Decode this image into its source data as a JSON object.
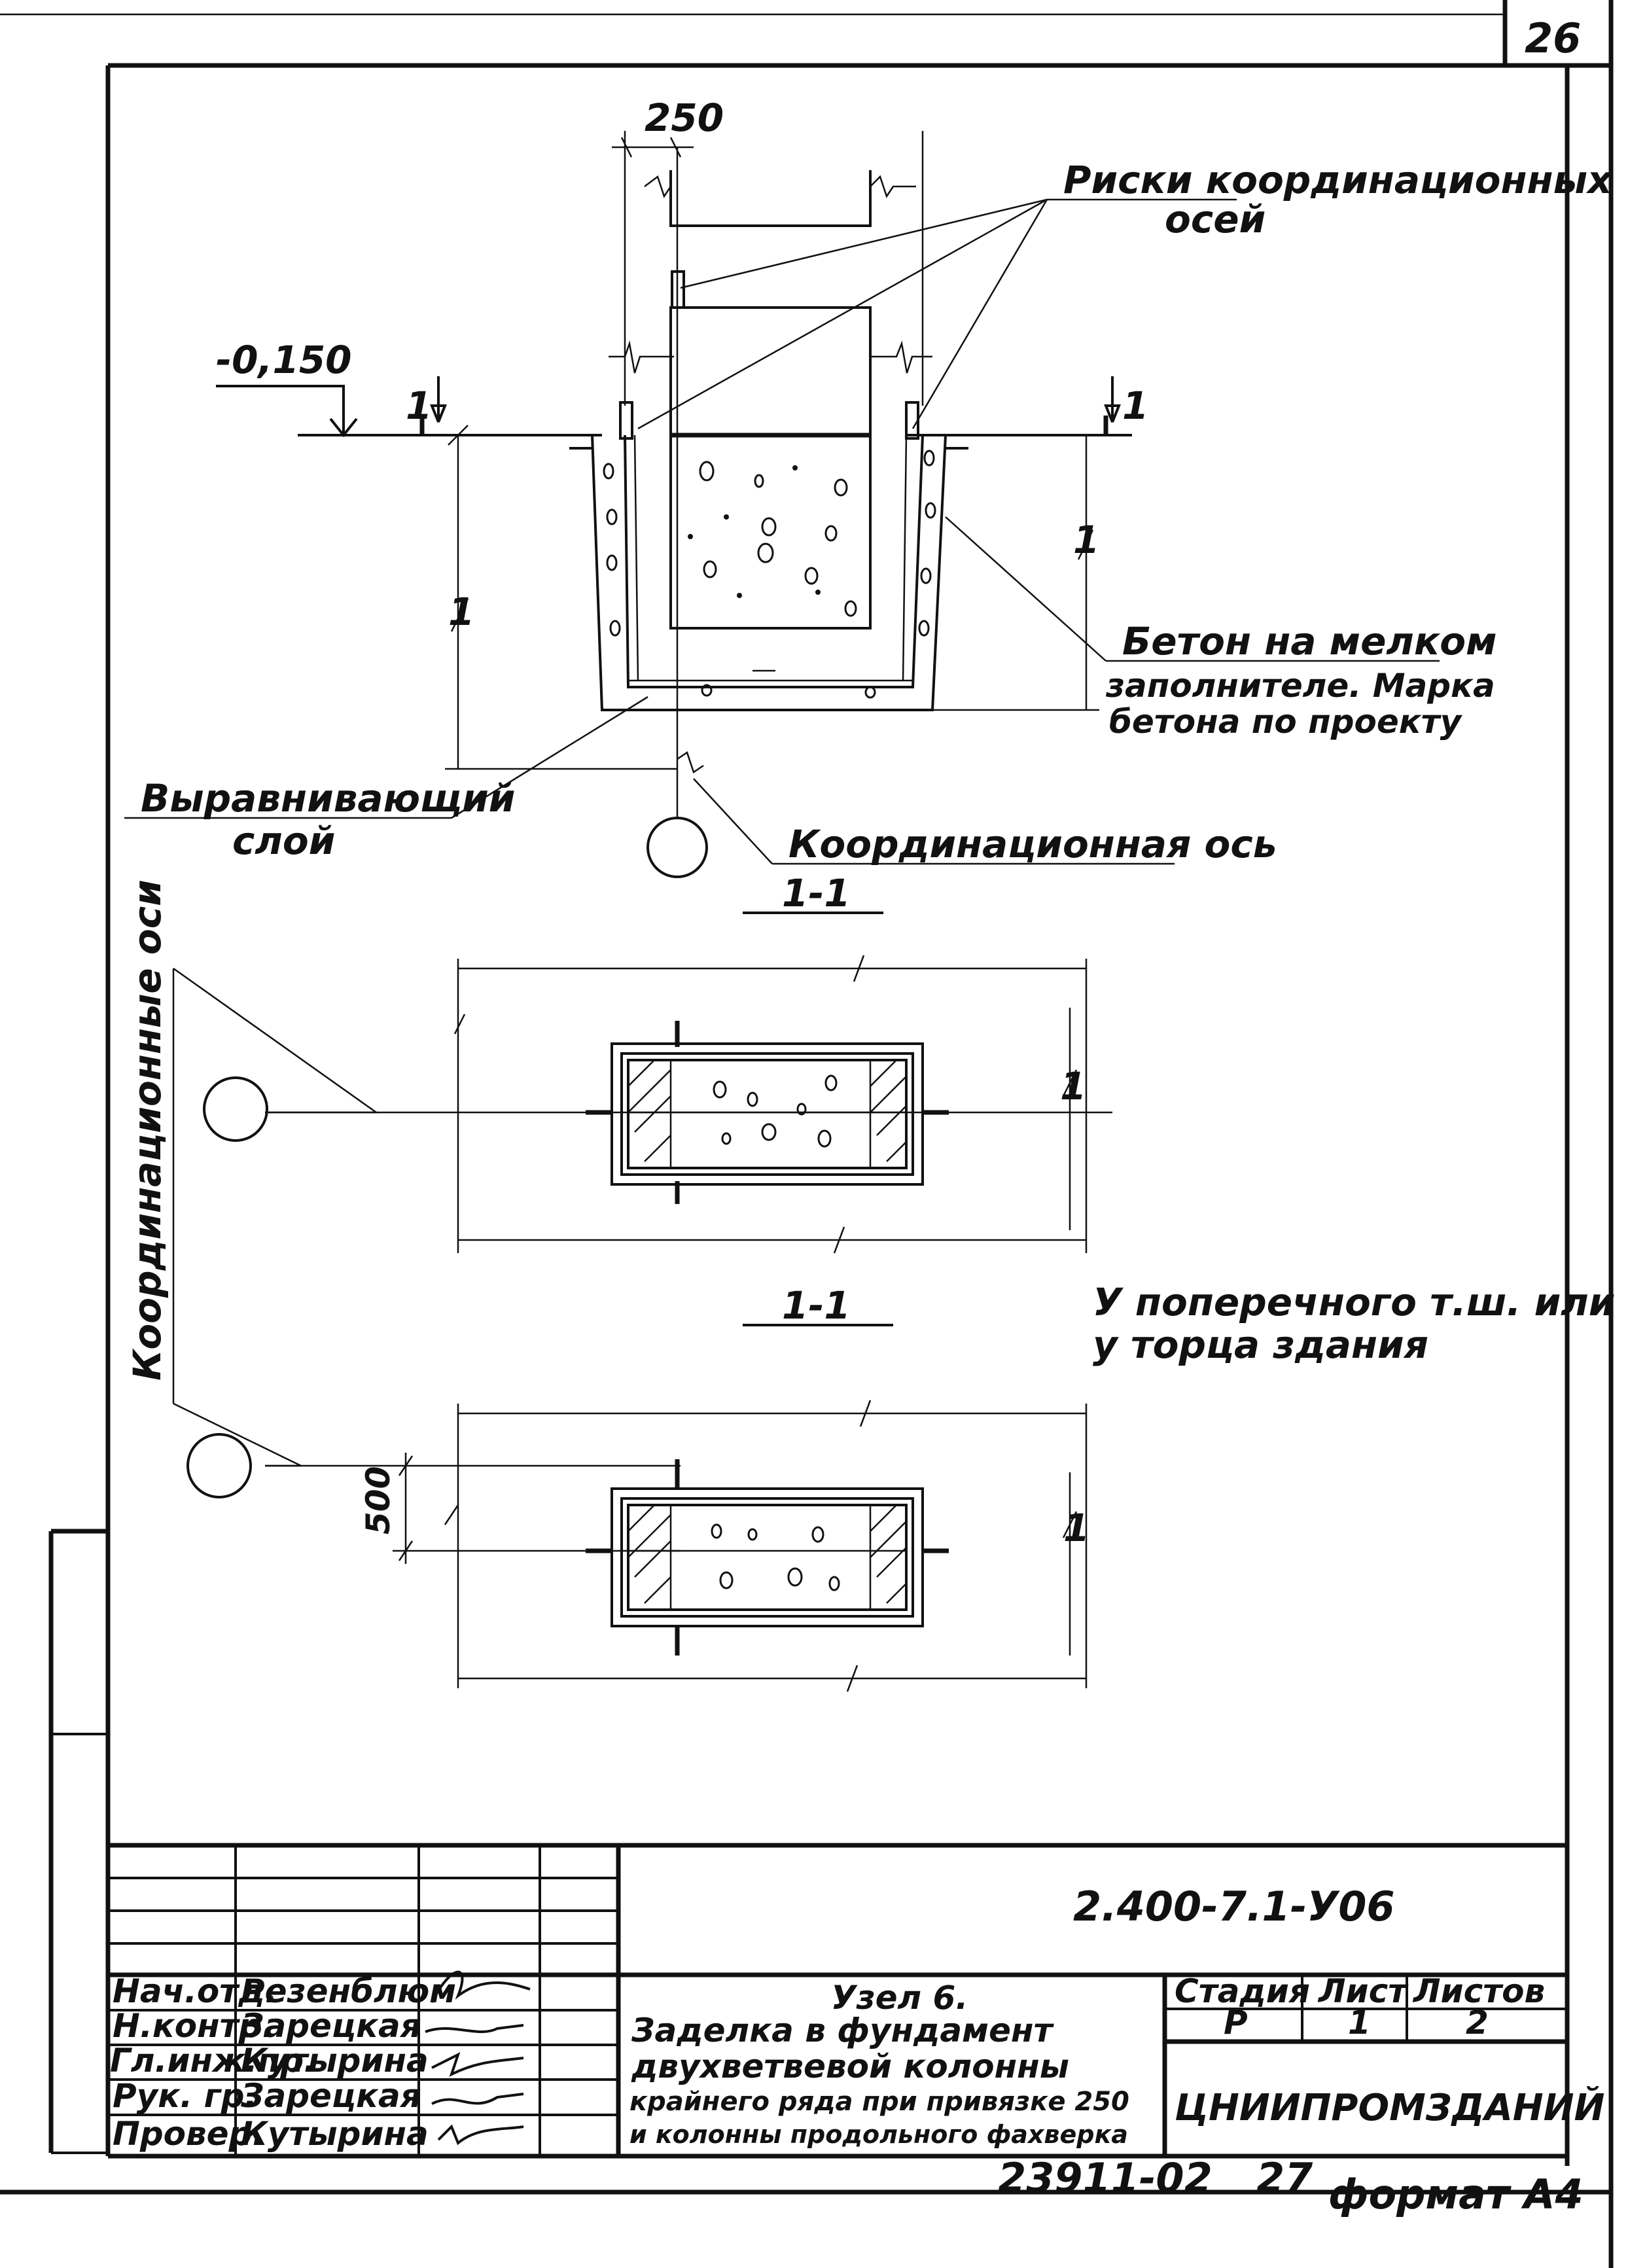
{
  "sheet": {
    "page_number": "26",
    "document_code": "2.400-7.1-У06",
    "bottom_code": "23911-02",
    "bottom_num": "27",
    "format": "формат А4"
  },
  "section_top": {
    "dim_250": "250",
    "level_mark": "-0,150",
    "cut_mark_left": "1",
    "cut_mark_right": "1",
    "label_risks_line1": "Риски координационных",
    "label_risks_line2": "осей",
    "label_concrete_line1": "Бетон на мелком",
    "label_concrete_line2": "заполнителе. Марка",
    "label_concrete_line3": "бетона по проекту",
    "label_leveling_line1": "Выравнивающий",
    "label_leveling_line2": "слой",
    "label_coord_axis": "Координационная ось",
    "dim_one_left": "1",
    "dim_one_right": "1"
  },
  "plan_1": {
    "title": "1-1",
    "dim_right": "1",
    "note_line1": "У поперечного т.ш. или",
    "note_line2": "у торца здания"
  },
  "plan_2": {
    "title": "1-1",
    "dim_500": "500",
    "dim_one": "1"
  },
  "side_label": "Координационные оси",
  "title_block": {
    "roles": [
      "Нач.отд.",
      "Н.контр.",
      "Гл.инж.пр.",
      "Рук. гр.",
      "Провер."
    ],
    "names": [
      "Резенблюм",
      "Зарецкая",
      "Кутырина",
      "Зарецкая",
      "Кутырина"
    ],
    "title_line1": "Узел 6.",
    "title_line2": "Заделка в фундамент",
    "title_line3": "двухветвевой колонны",
    "title_line4": "крайнего ряда при привязке 250",
    "title_line5": "и колонны продольного фахверка",
    "hdr_stage": "Стадия",
    "hdr_sheet": "Лист",
    "hdr_sheets": "Листов",
    "val_stage": "Р",
    "val_sheet": "1",
    "val_sheets": "2",
    "org": "ЦНИИПРОМЗДАНИЙ"
  }
}
